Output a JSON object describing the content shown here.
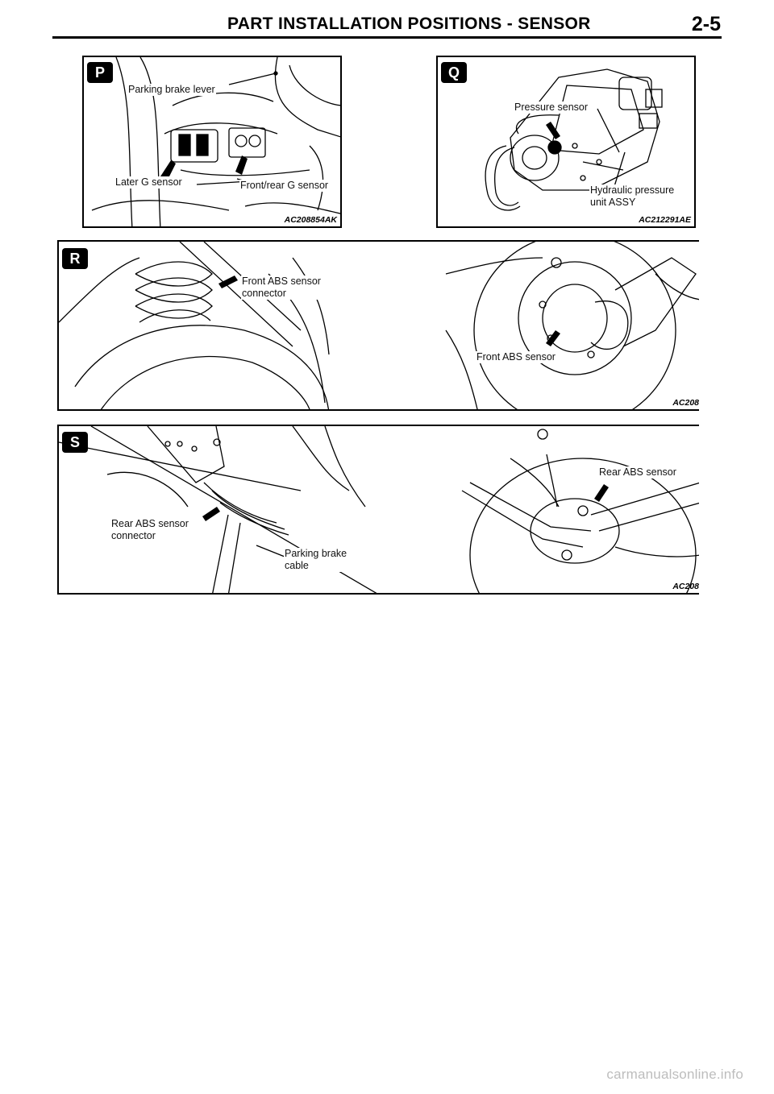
{
  "header": {
    "title": "PART INSTALLATION POSITIONS - SENSOR",
    "page": "2-5"
  },
  "panels": {
    "p": {
      "badge": "P",
      "code": "AC208854AK",
      "labels": {
        "parking_brake_lever": "Parking brake lever",
        "later_g_sensor": "Later G sensor",
        "front_rear_g_sensor": "Front/rear G sensor"
      }
    },
    "q": {
      "badge": "Q",
      "code": "AC212291AE",
      "labels": {
        "pressure_sensor": "Pressure sensor",
        "hydraulic_unit": "Hydraulic pressure\nunit ASSY"
      }
    },
    "r": {
      "badge": "R",
      "code": "AC208",
      "labels": {
        "front_abs_connector": "Front ABS sensor\nconnector",
        "front_abs_sensor": "Front ABS sensor"
      }
    },
    "s": {
      "badge": "S",
      "code": "AC208",
      "labels": {
        "rear_abs_connector": "Rear ABS sensor\nconnector",
        "parking_brake_cable": "Parking brake\ncable",
        "rear_abs_sensor": "Rear ABS sensor"
      }
    }
  },
  "footer": {
    "watermark": "carmanualsonline.info"
  }
}
